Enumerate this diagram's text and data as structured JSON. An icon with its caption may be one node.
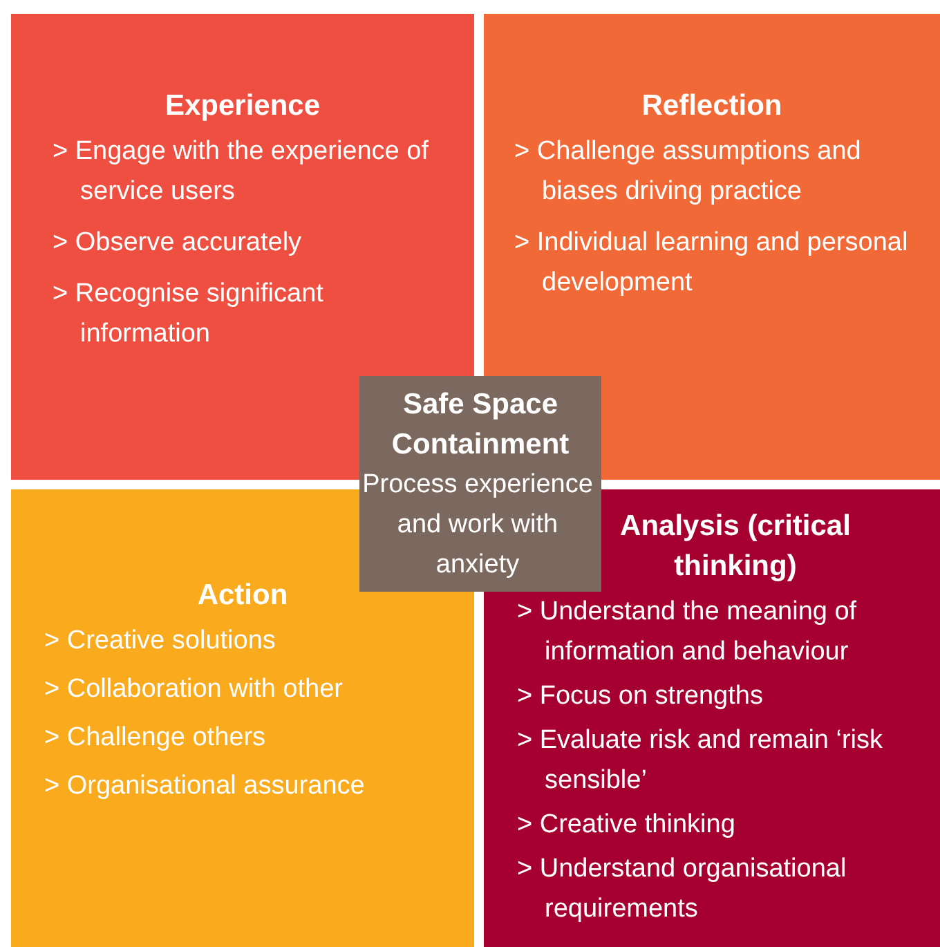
{
  "diagram": {
    "nodes": [
      {
        "text": [
          "Experience",
          "> Engage with the experience of service users",
          "> Observe accurately",
          "> Recognise significant information"
        ]
      },
      {
        "text": [
          "Reflection",
          "> Challenge assumptions and biases driving practice",
          "> Individual learning and personal development"
        ]
      },
      {
        "text": [
          "Action",
          "> Creative solutions",
          "> Collaboration with other",
          "> Challenge others",
          "> Organisational assurance"
        ]
      },
      {
        "text": [
          "Analysis (critical thinking)",
          "> Understand the meaning of information and behaviour",
          "> Focus on strengths",
          "> Evaluate risk and remain ‘risk sensible’",
          "> Creative thinking",
          "> Understand organisational requirements"
        ]
      },
      {
        "text": [
          "Safe Space Containment",
          "Process experience and work with anxiety"
        ]
      }
    ]
  }
}
